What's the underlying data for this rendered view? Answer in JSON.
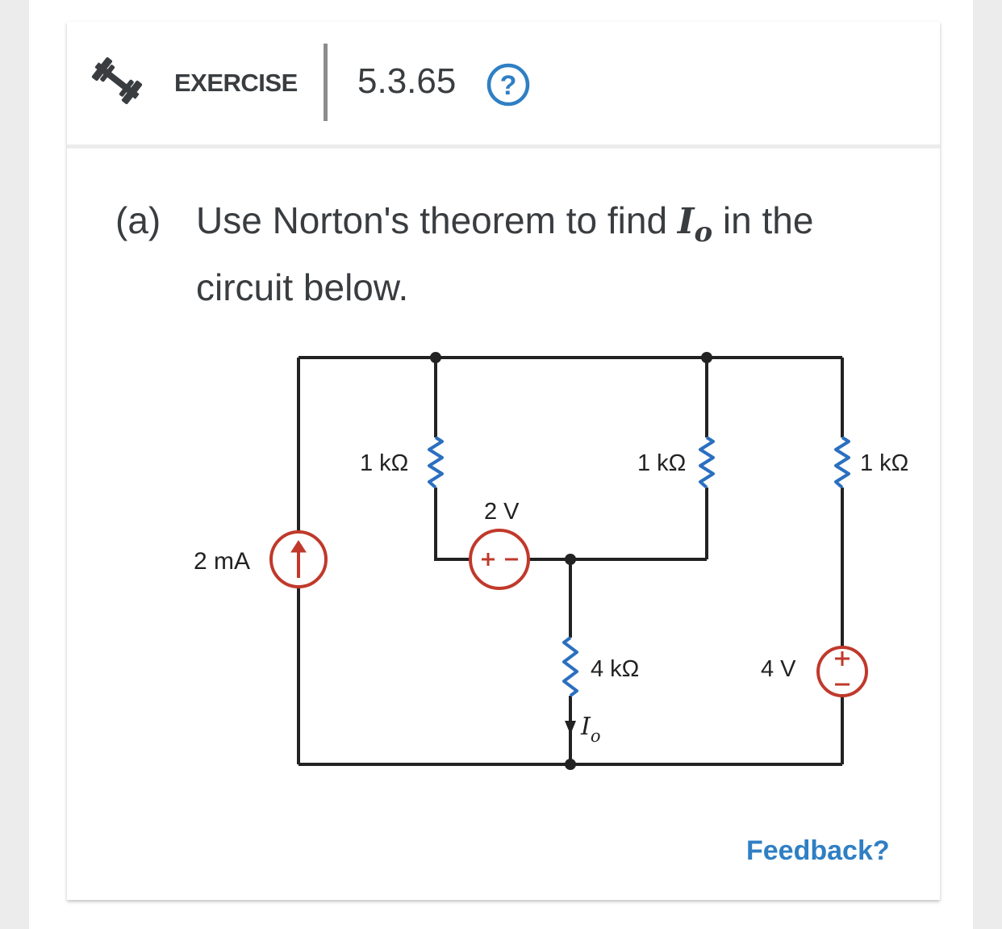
{
  "header": {
    "icon": "dumbbell-icon",
    "label": "EXERCISE",
    "number": "5.3.65",
    "help_icon": "help-circle-icon",
    "accent_color": "#2f7fc4"
  },
  "question": {
    "letter": "(a)",
    "text_before": "Use Norton's theorem to find ",
    "variable": "I",
    "variable_sub": "o",
    "text_after": " in the circuit below."
  },
  "circuit": {
    "current_source": "2 mA",
    "resistor_1": "1 kΩ",
    "resistor_2": "1 kΩ",
    "resistor_3": "1 kΩ",
    "resistor_4": "4 kΩ",
    "voltage_source_1": "2 V",
    "voltage_source_2": "4 V",
    "current_label": "I",
    "current_label_sub": "o",
    "wire_color": "#222222",
    "resistor_color": "#2b6fc0",
    "source_color": "#c0392b"
  },
  "footer": {
    "feedback_label": "Feedback?"
  }
}
